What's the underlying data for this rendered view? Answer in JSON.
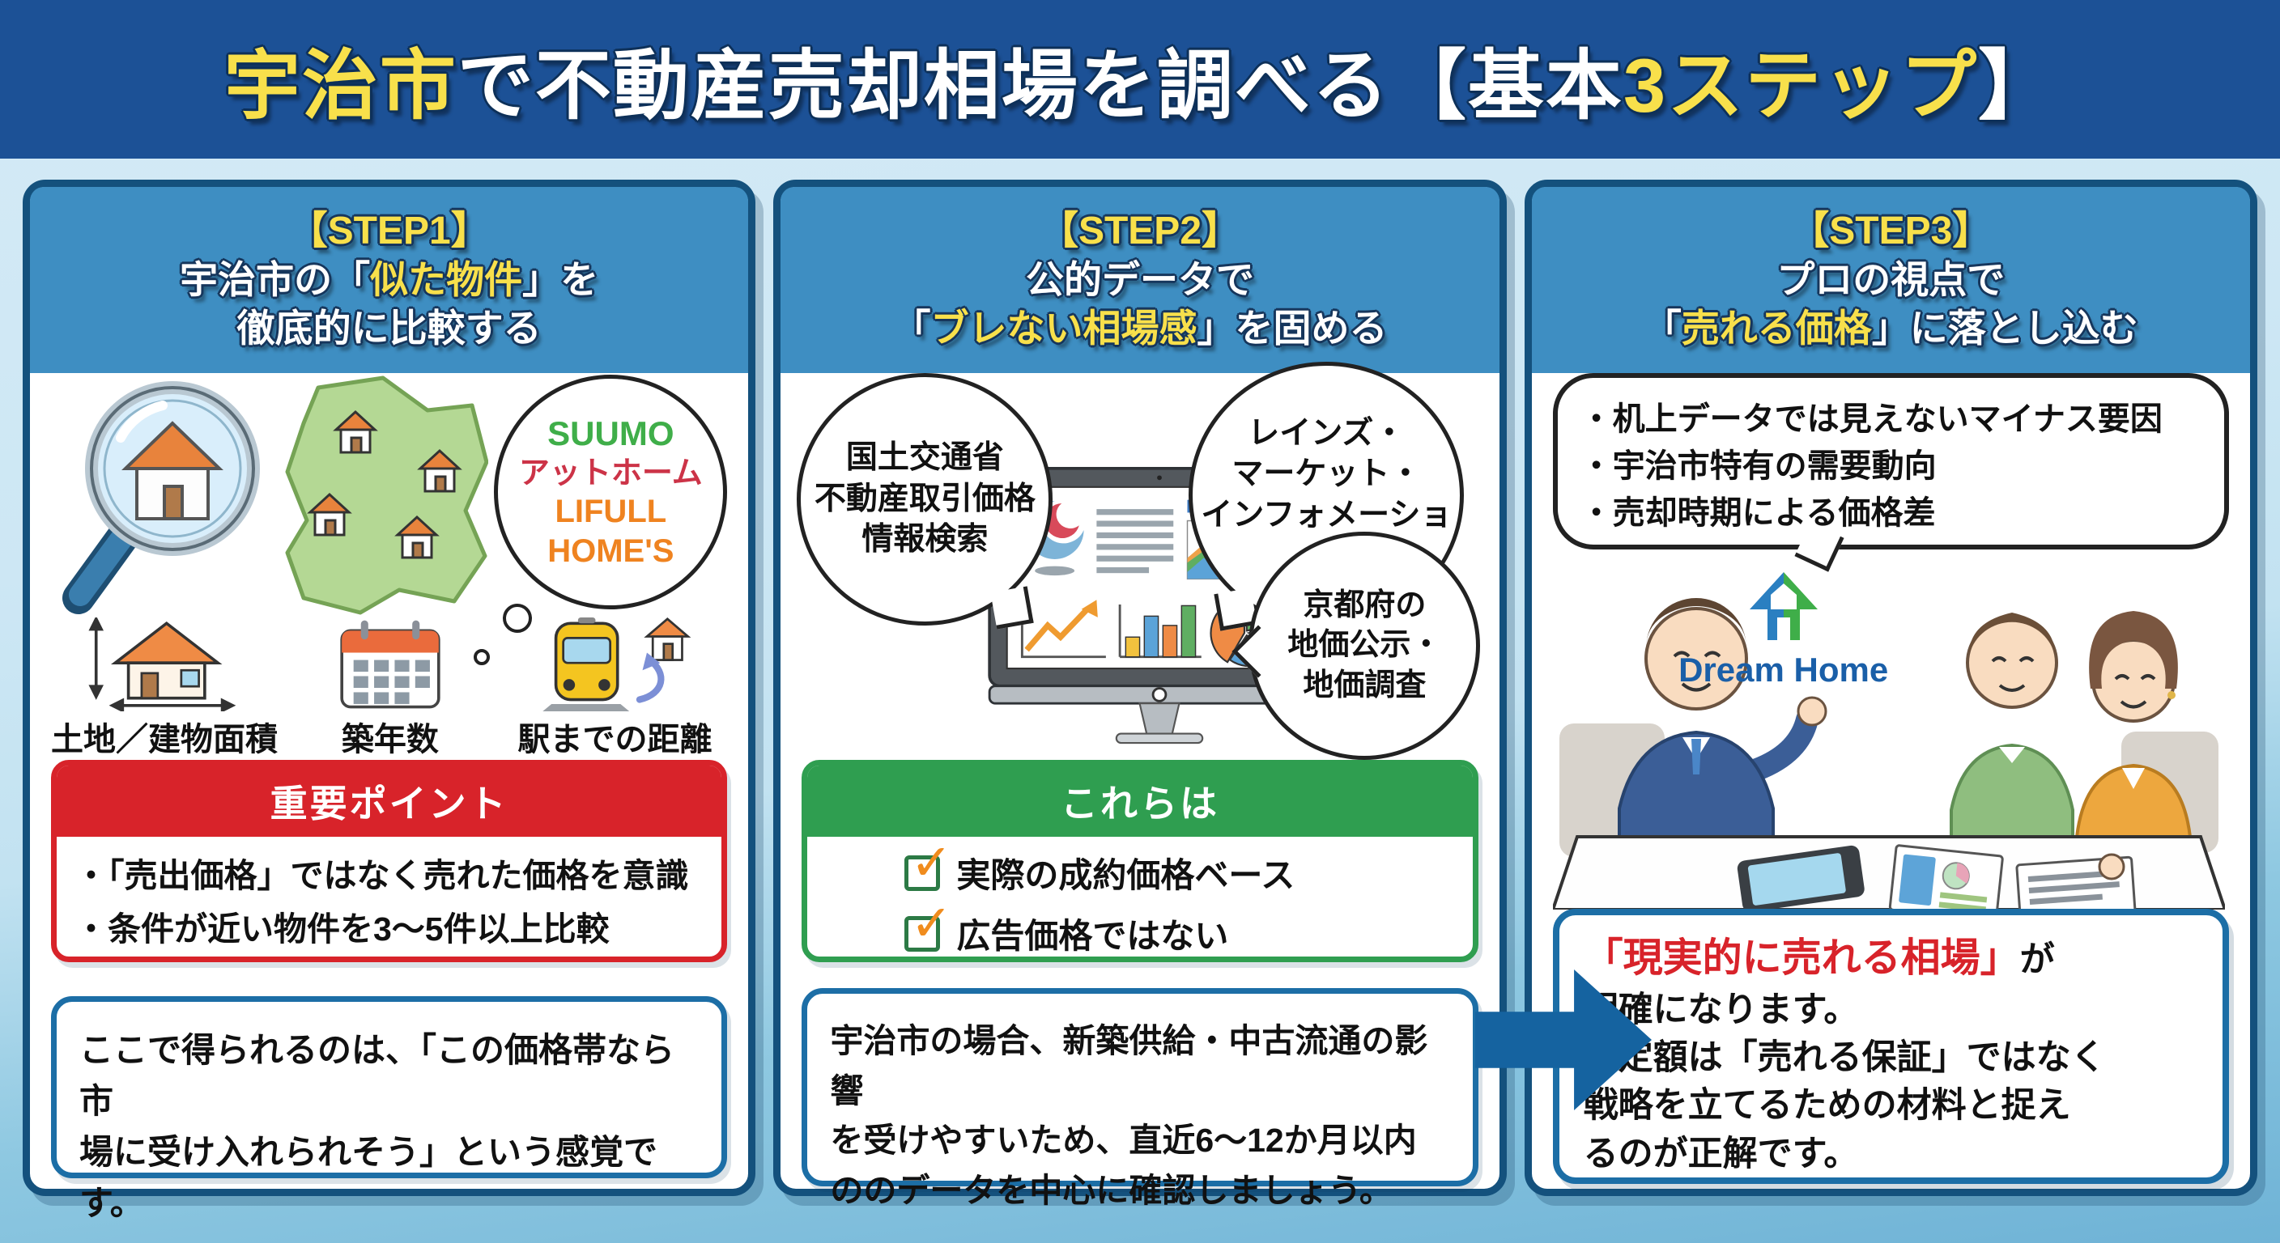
{
  "colors": {
    "title_bar_bg": "#1c5196",
    "card_header_bg": "#3e8ec2",
    "card_border": "#14517d",
    "highlight_yellow": "#f8e04b",
    "important_red": "#d8232a",
    "check_green": "#2f9e50",
    "info_border_blue": "#1c6ea6",
    "arrow_blue": "#1563a0",
    "suumo_green": "#3fae49",
    "athome_red": "#cc3347",
    "lifull_orange": "#ef8320",
    "dreamhome_blue": "#1a5fa8"
  },
  "title": {
    "seg1": "宇治市",
    "seg2": "で不動産売却相場を調べる【基本",
    "seg3": "3ステップ",
    "seg4": "】"
  },
  "step1": {
    "label": "【STEP1】",
    "title_l1a": "宇治市の「",
    "title_l1b": "似た物件",
    "title_l1c": "」を",
    "title_l2": "徹底的に比較する",
    "portal_bubble": {
      "line1": "SUUMO",
      "line2": "アットホーム",
      "line3": "LIFULL",
      "line4": "HOME'S"
    },
    "criteria": [
      "土地／建物面積",
      "築年数",
      "駅までの距離"
    ],
    "important": {
      "title": "重要ポイント",
      "bullets": "・「売出価格」ではなく売れた価格を意識\n・条件が近い物件を3〜5件以上比較"
    },
    "note": "ここで得られるのは、「この価格帯なら市\n場に受け入れられそう」という感覚です。"
  },
  "step2": {
    "label": "【STEP2】",
    "title_l1": "公的データで",
    "title_l2a": "「",
    "title_l2b": "ブレない相場感",
    "title_l2c": "」を固める",
    "bubbles": {
      "mlit": "国土交通省\n不動産取引価格\n情報検索",
      "reins": "レインズ・\nマーケット・\nインフォメーション",
      "kyoto": "京都府の\n地価公示・\n地価調査"
    },
    "these": {
      "title": "これらは",
      "check1": "実際の成約価格ベース",
      "check2": "広告価格ではない"
    },
    "note": "宇治市の場合、新築供給・中古流通の影響\nを受けやすいため、直近6〜12か月以内\nののデータを中心に確認しましょう。"
  },
  "step3": {
    "label": "【STEP3】",
    "title_l1": "プロの視点で",
    "title_l2a": "「",
    "title_l2b": "売れる価格",
    "title_l2c": "」に落とし込む",
    "bubble": "・机上データでは見えないマイナス要因\n・宇治市特有の需要動向\n・売却時期による価格差",
    "logo_text": "Dream Home",
    "conclusion": {
      "highlight": "「現実的に売れる相場」",
      "suffix": "が",
      "body": "明確になります。\n査定額は「売れる保証」ではなく\n戦略を立てるための材料と捉え\nるのが正解です。"
    }
  },
  "icons": {
    "check": "✓"
  }
}
